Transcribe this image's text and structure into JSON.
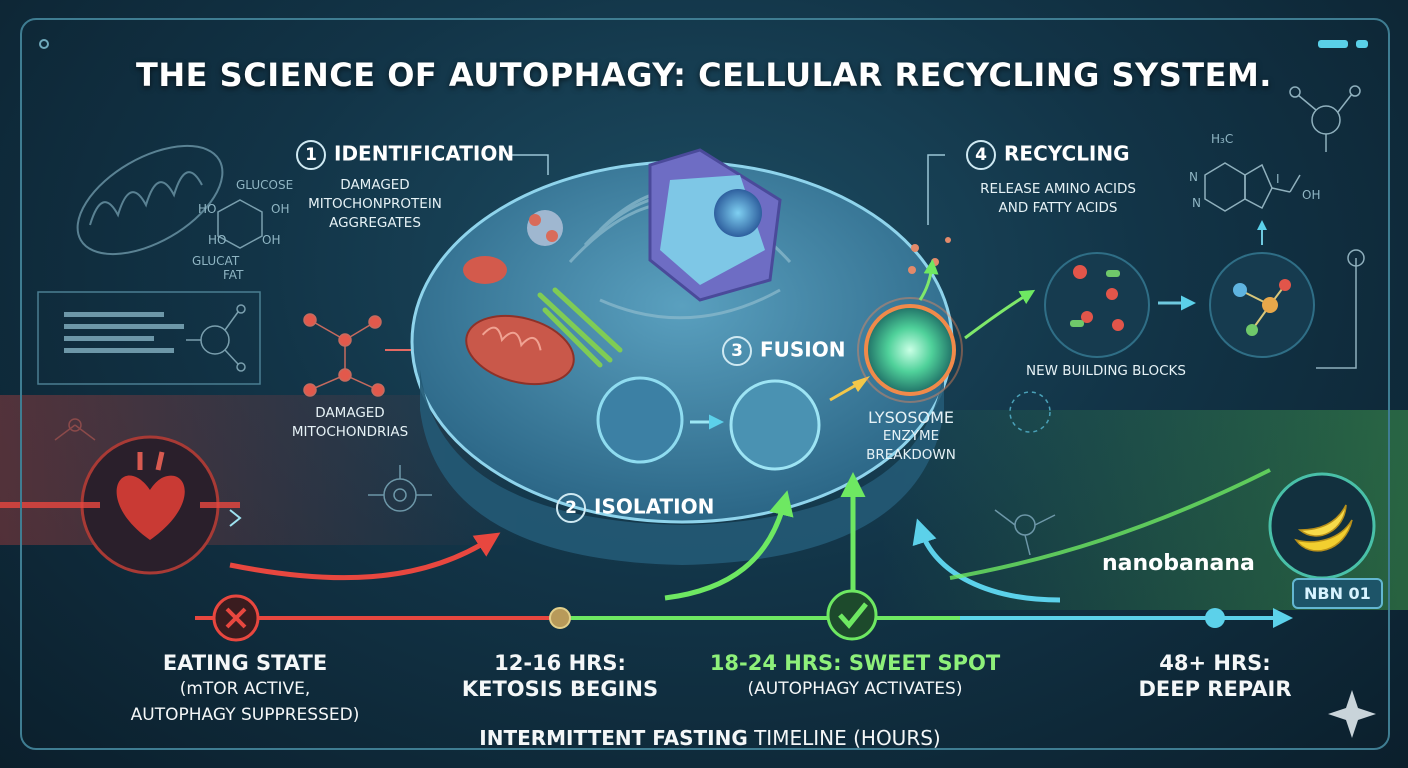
{
  "title": "THE SCIENCE OF AUTOPHAGY: CELLULAR RECYCLING SYSTEM.",
  "steps": {
    "identification": {
      "number": "1",
      "label": "IDENTIFICATION",
      "caption_lines": [
        "DAMAGED",
        "MITOCHONPROTEIN",
        "AGGREGATES"
      ]
    },
    "isolation": {
      "number": "2",
      "label": "ISOLATION"
    },
    "fusion": {
      "number": "3",
      "label": "FUSION"
    },
    "recycling": {
      "number": "4",
      "label": "RECYCLING",
      "caption_lines": [
        "RELEASE AMINO ACIDS",
        "AND FATTY ACIDS"
      ]
    }
  },
  "labels": {
    "damaged_mito": [
      "DAMAGED",
      "MITOCHONDRIAS"
    ],
    "lysosome": [
      "LYSOSOME",
      "ENZYME",
      "BREAKDOWN"
    ],
    "new_blocks": "NEW BUILDING BLOCKS"
  },
  "molecule_labels": {
    "glucose": "GLUCOSE",
    "ho_left": "HO",
    "oh_right": "OH",
    "ho_bottom": "HO",
    "oh_bottom": "OH",
    "glucat": "GLUCAT",
    "fat": "FAT",
    "h3c": "H₃C",
    "n1": "N",
    "n2": "N",
    "i": "I",
    "oh_far": "OH"
  },
  "timeline": {
    "stages": [
      {
        "lines": [
          "EATING STATE"
        ],
        "sub_lines": [
          "(mTOR ACTIVE,",
          "AUTOPHAGY SUPPRESSED)"
        ]
      },
      {
        "lines": [
          "12-16 HRS:",
          "KETOSIS BEGINS"
        ],
        "sub_lines": []
      },
      {
        "lines": [
          "18-24 HRS: SWEET SPOT"
        ],
        "sub_lines": [
          "(AUTOPHAGY ACTIVATES)"
        ]
      },
      {
        "lines": [
          "48+ HRS:",
          "DEEP REPAIR"
        ],
        "sub_lines": []
      }
    ],
    "axis_title_bold": "INTERMITTENT FASTING",
    "axis_title_rest": "TIMELINE (HOURS)"
  },
  "brand": {
    "name": "nanobanana",
    "badge": "NBN 01"
  },
  "colors": {
    "eating": "#e8473f",
    "sweet_spot": "#5fe05a",
    "deep_repair": "#56c9e6",
    "cell_fill": "#3b7fa0",
    "lysosome_glow": "#6ff0a8"
  },
  "icons": {
    "eating_marker": "x-icon",
    "sweet_spot_marker": "check-icon",
    "brand": "banana-icon",
    "corner": "sparkle-icon"
  }
}
